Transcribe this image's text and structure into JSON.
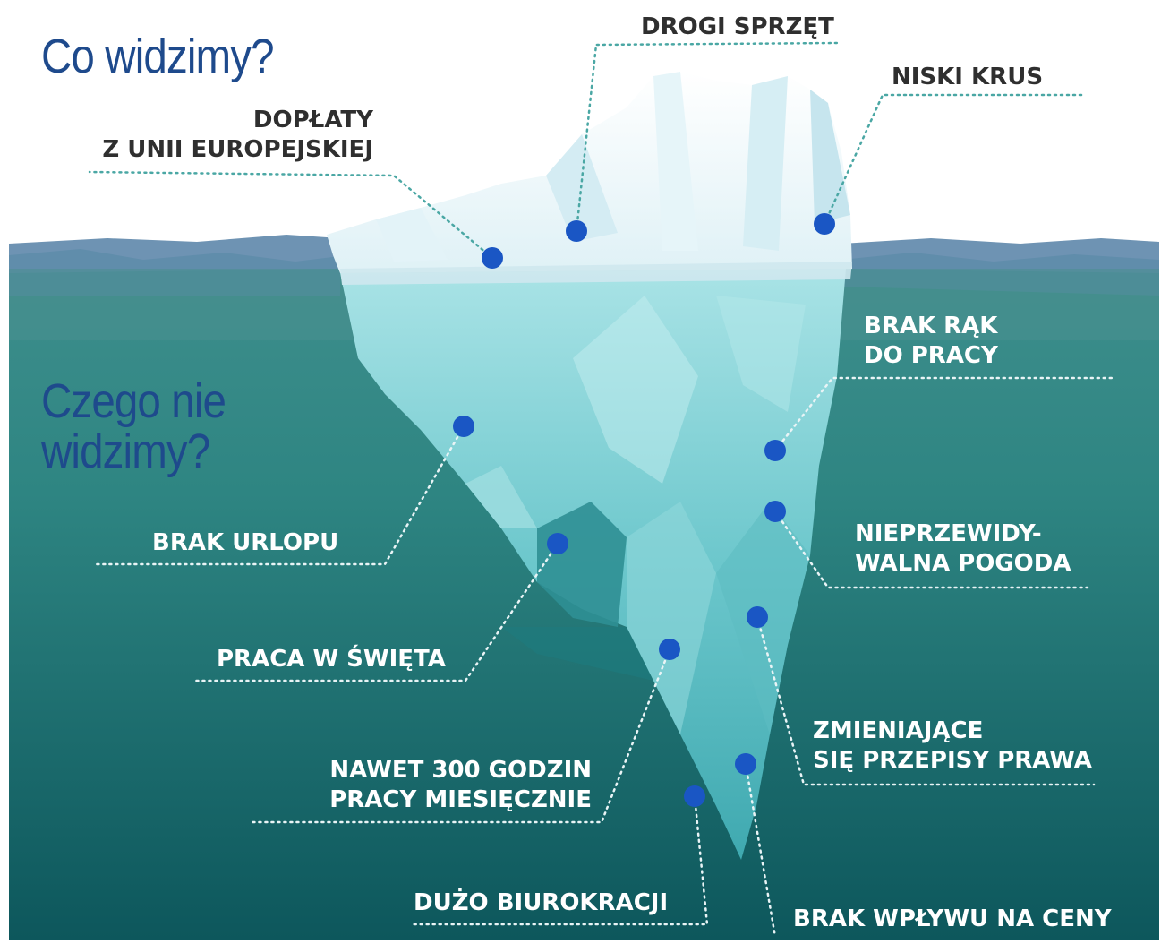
{
  "headings": {
    "above": "Co widzimy?",
    "below_line1": "Czego nie",
    "below_line2": "widzimy?"
  },
  "labels": {
    "eu_subsidies_line1": "DOPŁATY",
    "eu_subsidies_line2": "Z UNII EUROPEJSKIEJ",
    "expensive_equipment": "DROGI SPRZĘT",
    "low_krus": "NISKI KRUS",
    "labor_shortage_line1": "BRAK RĄK",
    "labor_shortage_line2": "DO PRACY",
    "no_vacation": "BRAK URLOPU",
    "unpredictable_weather_line1": "NIEPRZEWIDY-",
    "unpredictable_weather_line2": "WALNA POGODA",
    "holiday_work": "PRACA W ŚWIĘTA",
    "changing_laws_line1": "ZMIENIAJĄCE",
    "changing_laws_line2": "SIĘ PRZEPISY PRAWA",
    "hours_line1": "NAWET 300 GODZIN",
    "hours_line2": "PRACY MIESIĘCZNIE",
    "bureaucracy": "DUŻO BIUROKRACJI",
    "no_price_influence": "BRAK WPŁYWU NA CENY"
  },
  "colors": {
    "heading": "#1e4a8c",
    "marker": "#1a56c4",
    "sky": "#ffffff",
    "water_top": "#3f8e8c",
    "water_bottom": "#0f5a5e",
    "ice": "#eef7fa",
    "ice_under": "#7fd0d6"
  }
}
